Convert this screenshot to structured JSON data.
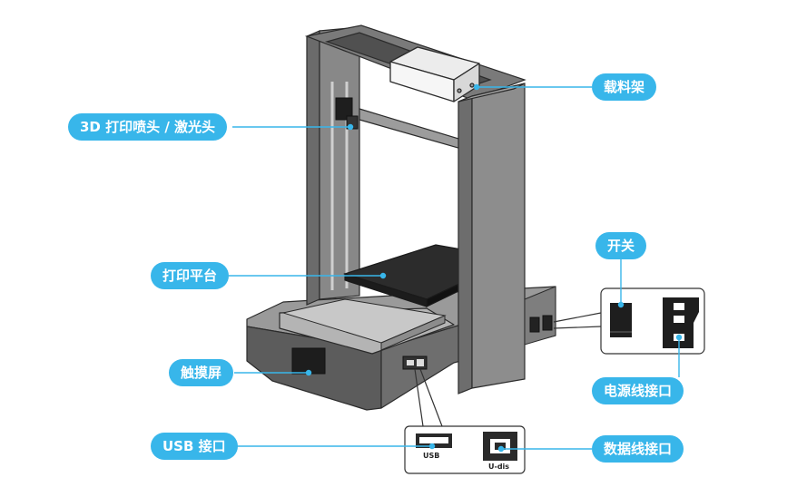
{
  "accent_color": "#38b6ea",
  "callouts": {
    "material_rack": "载料架",
    "print_head": "3D 打印喷头 / 激光头",
    "print_bed": "打印平台",
    "touch_screen": "触摸屏",
    "usb_port": "USB 接口",
    "switch": "开关",
    "power_port": "电源线接口",
    "data_port": "数据线接口"
  },
  "ports": {
    "usb_label": "USB",
    "udisk_label": "U-dis"
  }
}
